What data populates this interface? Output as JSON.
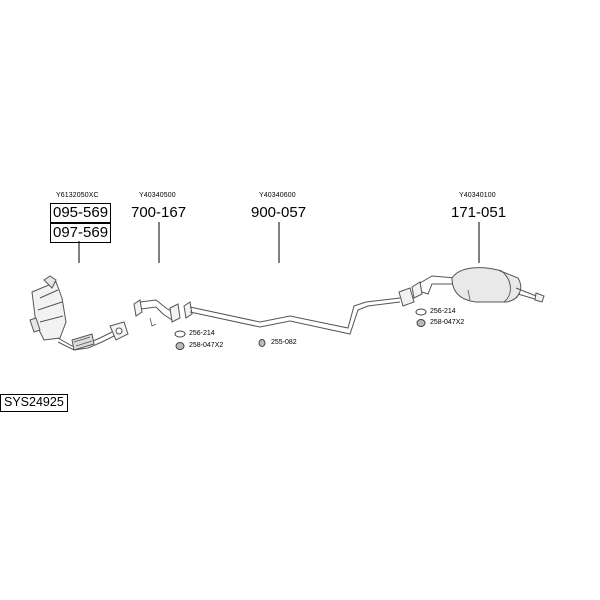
{
  "parts": [
    {
      "oem": "Y6132050XC",
      "numbers": [
        "095-569",
        "097-569"
      ]
    },
    {
      "oem": "Y40340500",
      "numbers": [
        "700-167"
      ]
    },
    {
      "oem": "Y40340600",
      "numbers": [
        "900-057"
      ]
    },
    {
      "oem": "Y40340100",
      "numbers": [
        "171-051"
      ]
    }
  ],
  "fittings": {
    "clamp_a_1": "256-214",
    "clamp_a_2": "258-047X2",
    "hanger": "255-082",
    "clamp_b_1": "256-214",
    "clamp_b_2": "258-047X2"
  },
  "system_code": "SYS24925"
}
